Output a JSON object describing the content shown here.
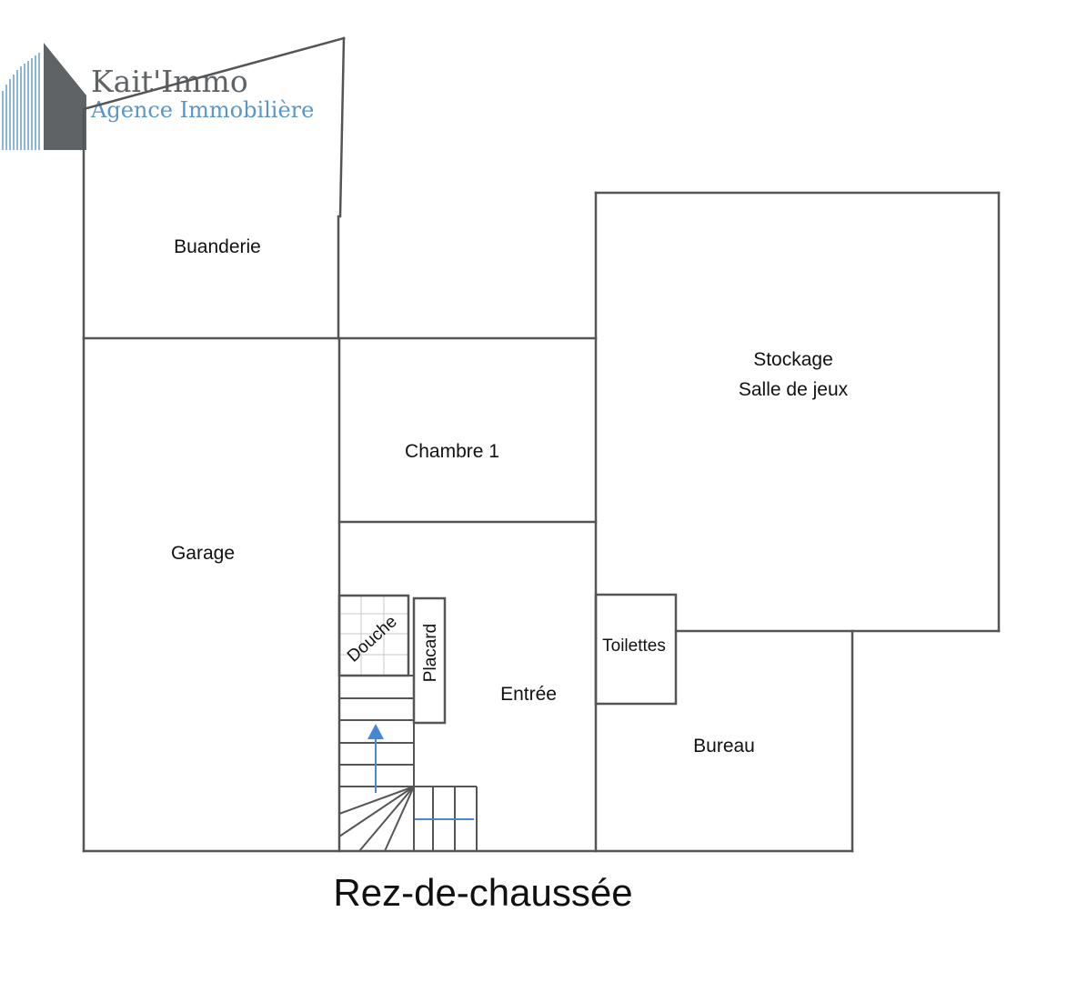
{
  "logo": {
    "name": "Kait'Immo",
    "tagline": "Agence Immobilière",
    "colors": {
      "gray": "#5f6366",
      "blue": "#5a96c8"
    }
  },
  "rooms": {
    "buanderie": "Buanderie",
    "stockage_line1": "Stockage",
    "stockage_line2": "Salle de jeux",
    "chambre": "Chambre 1",
    "garage": "Garage",
    "douche": "Douche",
    "placard": "Placard",
    "entree": "Entrée",
    "toilettes": "Toilettes",
    "bureau": "Bureau"
  },
  "floor_title": "Rez-de-chaussée",
  "colors": {
    "wall": "#555555",
    "stair_arrow": "#4a86d4"
  }
}
